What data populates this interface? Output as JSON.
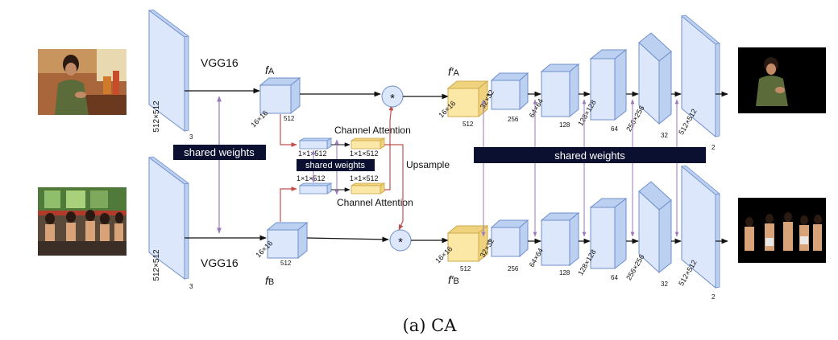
{
  "labels": {
    "vgg_top": "VGG16",
    "vgg_bottom": "VGG16",
    "shared_left": "shared weights",
    "shared_mid": "shared weights",
    "shared_right": "shared weights",
    "channel_attention_top": "Channel Attention",
    "channel_attention_bottom": "Channel Attention",
    "upsample": "Upsample",
    "star": "*",
    "caption": "(a) CA"
  },
  "features": {
    "fA_main": "f",
    "fA_sub": "A",
    "fB_main": "f",
    "fB_sub": "B",
    "fpA_main": "f′",
    "fpA_sub": "A",
    "fpB_main": "f′",
    "fpB_sub": "B"
  },
  "input_block": {
    "size": "512×512",
    "channels": "3"
  },
  "feat_block": {
    "size": "16×16",
    "channels": "512"
  },
  "ca_vec": {
    "dims": "1×1×512"
  },
  "decoder": [
    {
      "size": "32×32",
      "channels": "256"
    },
    {
      "size": "64×64",
      "channels": "128"
    },
    {
      "size": "128×128",
      "channels": "64"
    },
    {
      "size": "256×256",
      "channels": "32"
    },
    {
      "size": "512×512",
      "channels": "2"
    }
  ],
  "colors": {
    "block_fill": "#dce7fb",
    "block_side": "#bcd0f2",
    "block_stroke": "#6f8fc9",
    "yellow_fill": "#fbe7a6",
    "yellow_side": "#efd27e",
    "yellow_stroke": "#cfa94a",
    "arrow_purple": "#9a7ab8",
    "arrow_red": "#c0504d",
    "banner": "#0b1030"
  }
}
